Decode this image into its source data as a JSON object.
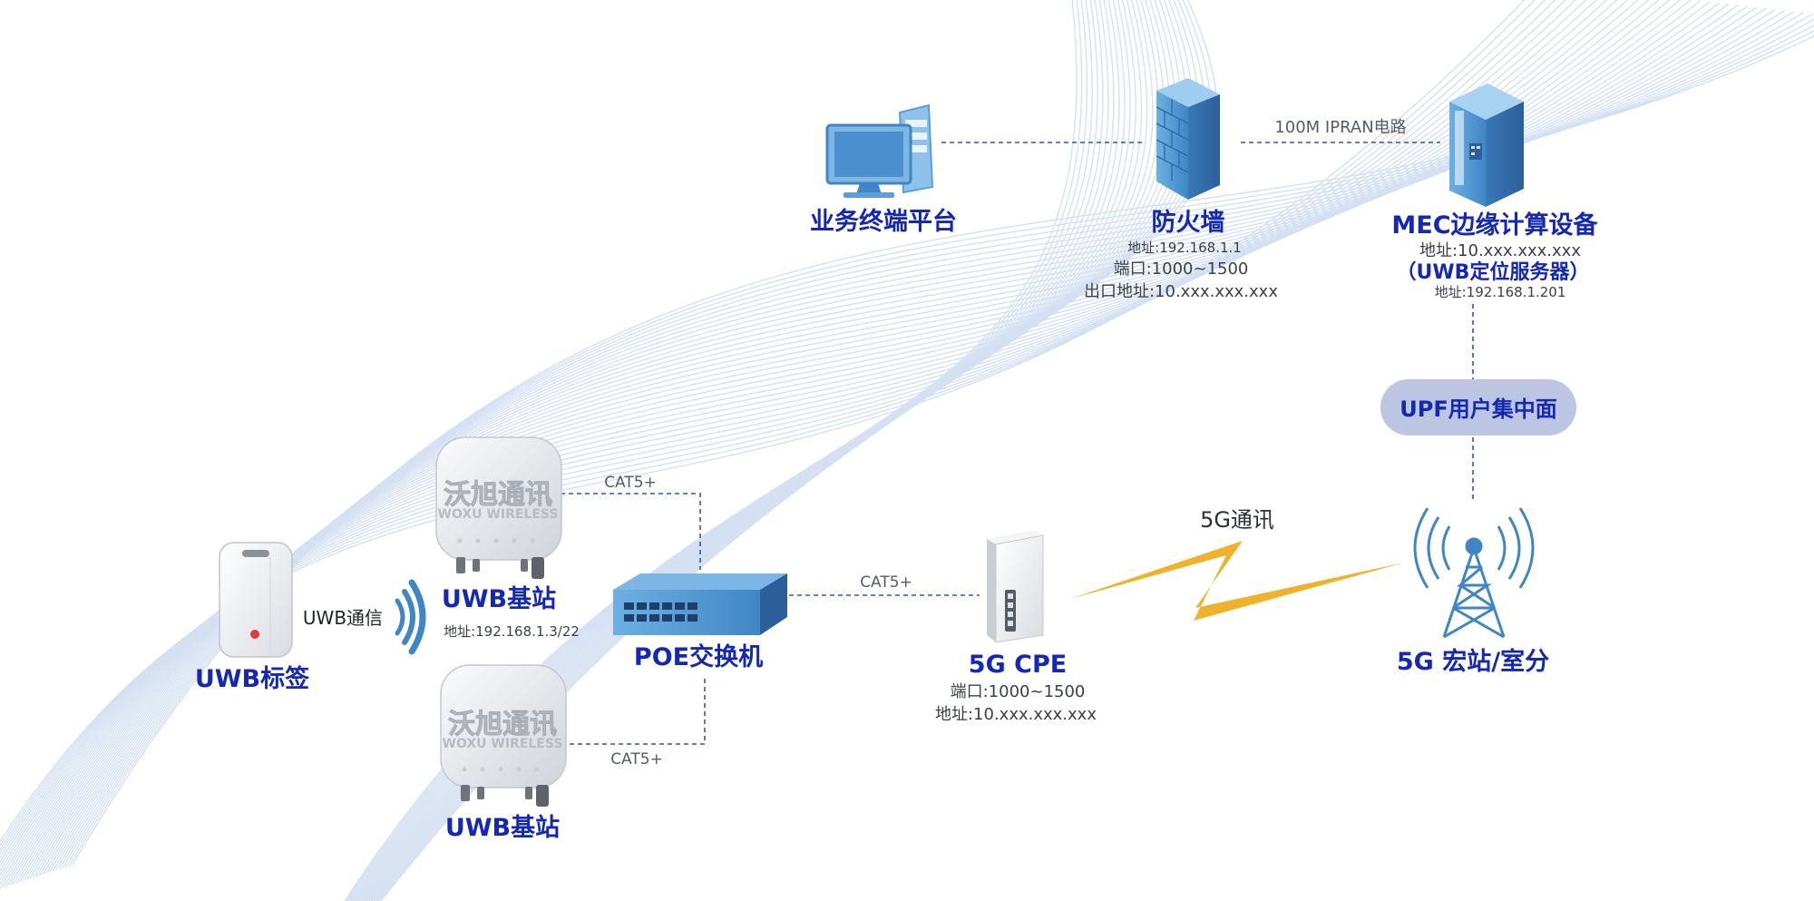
{
  "nodes": {
    "terminal": {
      "label": "业务终端平台"
    },
    "firewall": {
      "label": "防火墙",
      "detail1": "地址:192.168.1.1",
      "detail2": "端口:1000~1500",
      "detail3": "出口地址:10.xxx.xxx.xxx"
    },
    "mec": {
      "label": "MEC边缘计算设备",
      "detail1": "地址:10.xxx.xxx.xxx",
      "detail2": "（UWB定位服务器）",
      "detail3": "地址:192.168.1.201"
    },
    "upf": {
      "label": "UPF用户集中面"
    },
    "tower": {
      "label": "5G 宏站/室分"
    },
    "cpe": {
      "label": "5G CPE",
      "detail1": "端口:1000~1500",
      "detail2": "地址:10.xxx.xxx.xxx"
    },
    "poe": {
      "label": "POE交换机"
    },
    "uwb_station_top": {
      "label": "UWB基站",
      "detail": "地址:192.168.1.3/22",
      "brand_cn": "沃旭通讯",
      "brand_en": "WOXU  WIRELESS"
    },
    "uwb_station_bottom": {
      "label": "UWB基站",
      "brand_cn": "沃旭通讯",
      "brand_en": "WOXU  WIRELESS"
    },
    "uwb_tag": {
      "label": "UWB标签"
    }
  },
  "links": {
    "ipran": "100M IPRAN电路",
    "cat5_top": "CAT5+",
    "cat5_cpe": "CAT5+",
    "cat5_bottom": "CAT5+",
    "fiveg": "5G通讯",
    "uwb_comm": "UWB通信"
  },
  "colors": {
    "label_blue": "#1428b4",
    "device_blue": "#5b9fd6",
    "device_dark": "#3a78b8",
    "dashed_line": "#3552b0",
    "wave_line": "#c7d6ee",
    "upf_pill": "#bcc6e2",
    "lightning": "#f0b22a"
  }
}
